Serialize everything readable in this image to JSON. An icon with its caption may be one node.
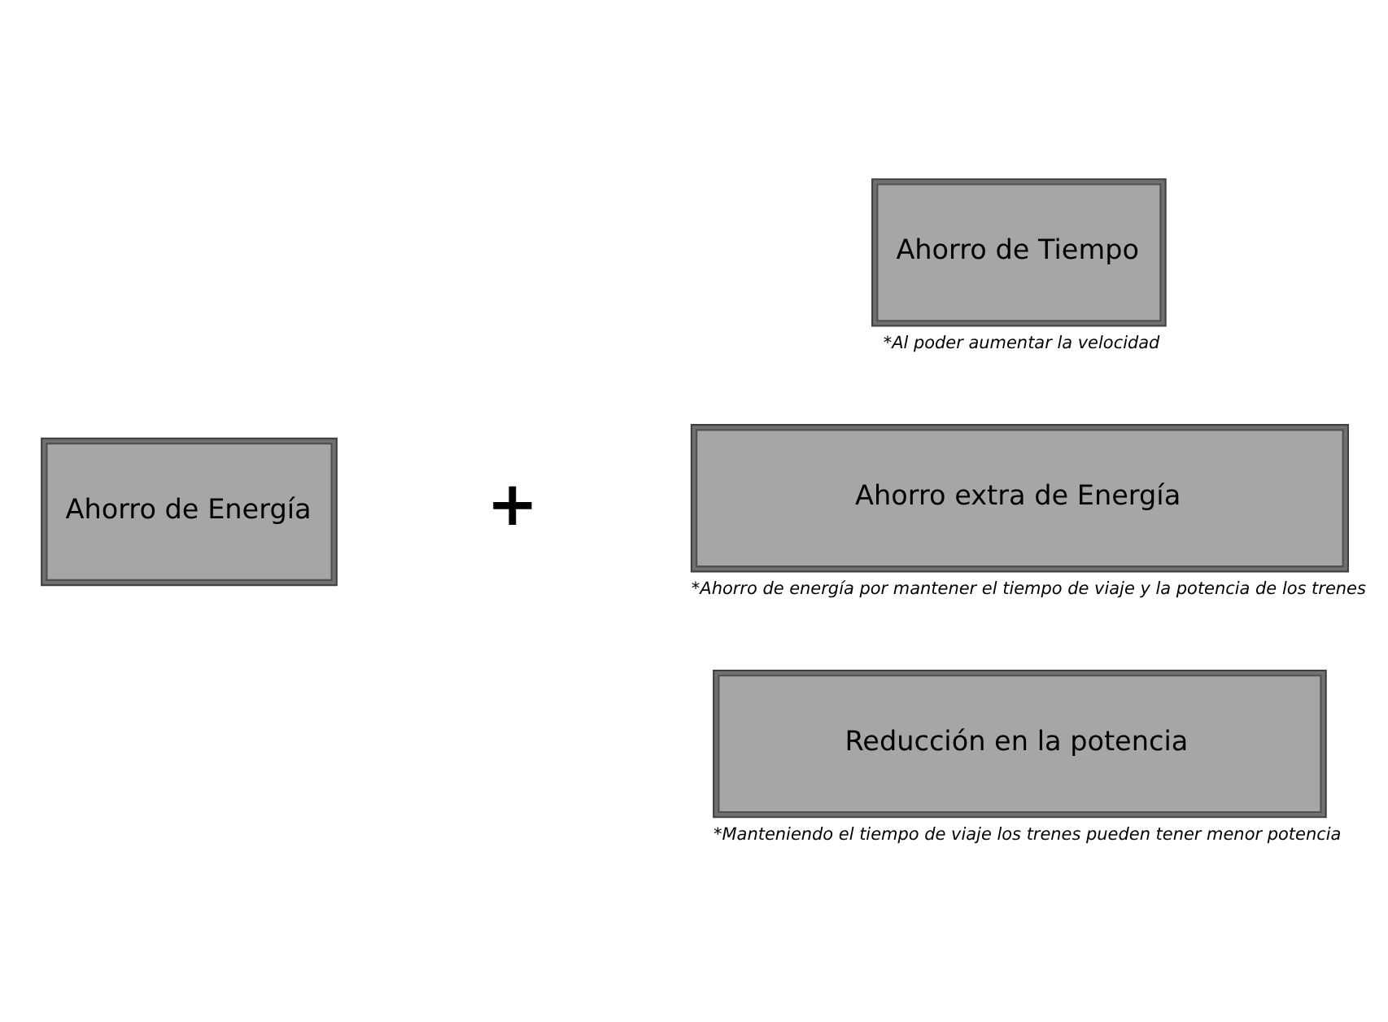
{
  "diagram": {
    "nodes": [
      {
        "text": [
          "Ahorro de Energía"
        ]
      },
      {
        "text": [
          "Ahorro de Tiempo"
        ],
        "beside": [
          "*Al poder aumentar la velocidad"
        ]
      },
      {
        "text": [
          "Ahorro extra de Energía"
        ],
        "beside": [
          "*Ahorro de energía por mantener el tiempo de viaje y la potencia de los trenes"
        ]
      },
      {
        "text": [
          "Reducción en la potencia"
        ],
        "beside": [
          "*Manteniendo el tiempo de viaje los trenes pueden tener menor potencia"
        ]
      }
    ],
    "edges": [],
    "labels": [
      "+"
    ]
  }
}
